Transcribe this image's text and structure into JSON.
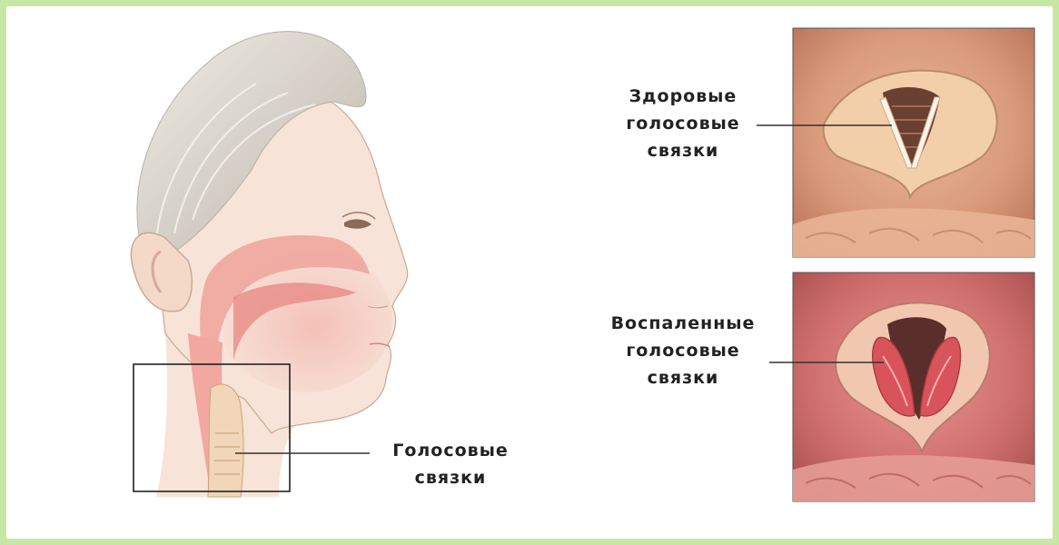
{
  "labels": {
    "vocal_cords": [
      "Голосовые",
      "связки"
    ],
    "healthy": [
      "Здоровые",
      "голосовые",
      "связки"
    ],
    "inflamed": [
      "Воспаленные",
      "голосовые",
      "связки"
    ]
  },
  "colors": {
    "frame_border": "#c9e7a4",
    "skin": "#f7e3d7",
    "hair": "#d8d2c8",
    "throat_pink": "#f2a7a0",
    "tissue_healthy": "#d9a27f",
    "tissue_inflamed": "#c9605f"
  }
}
